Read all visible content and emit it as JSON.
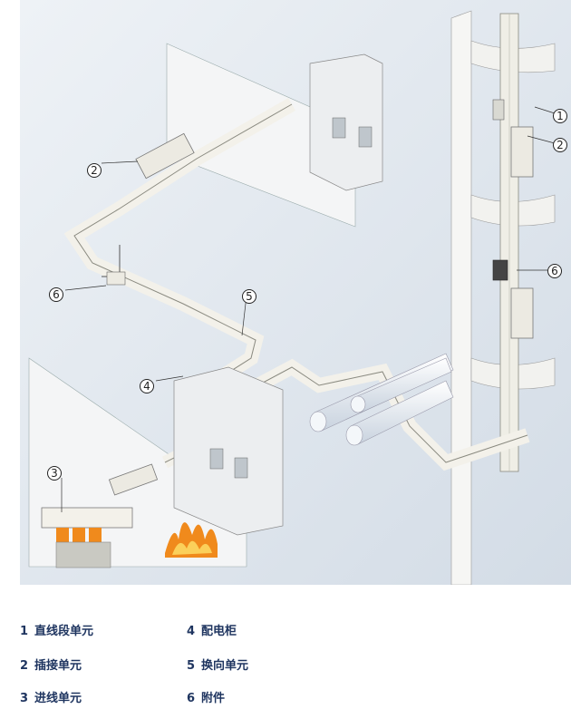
{
  "callouts": {
    "c1": "1",
    "c2a": "2",
    "c2b": "2",
    "c3": "3",
    "c4": "4",
    "c5": "5",
    "c6a": "6",
    "c6b": "6"
  },
  "legend": [
    {
      "num": "1",
      "label": "直线段单元"
    },
    {
      "num": "2",
      "label": "插接单元"
    },
    {
      "num": "3",
      "label": "进线单元"
    },
    {
      "num": "4",
      "label": "配电柜"
    },
    {
      "num": "5",
      "label": "换向单元"
    },
    {
      "num": "6",
      "label": "附件"
    }
  ],
  "colors": {
    "background": "#dfe6ee",
    "wall": "#f4f5f6",
    "busway": "#f3f1ea",
    "busway_edge": "#8a8a80",
    "cabinet": "#eceef0",
    "pipe": "#e9eef4",
    "fire": "#f08a1c",
    "legend_text": "#1f3560"
  }
}
